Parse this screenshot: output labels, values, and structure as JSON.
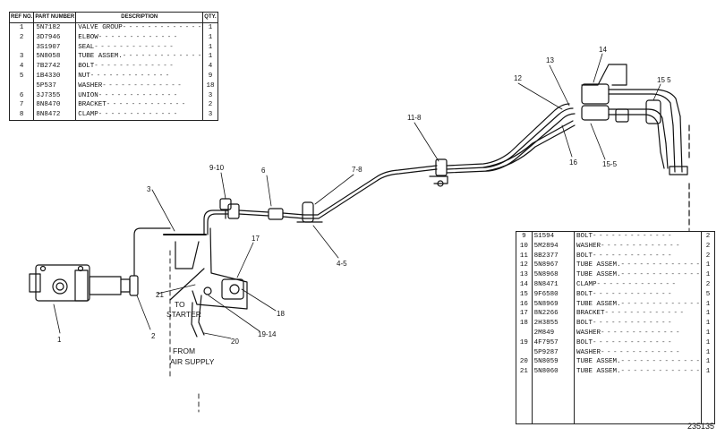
{
  "table_a": {
    "headers": {
      "ref": "REF NO.",
      "part": "PART NUMBER",
      "description": "DESCRIPTION",
      "qty": "QTY."
    },
    "rows": [
      {
        "ref": "1",
        "part": "5N7182",
        "description": "VALVE GROUP",
        "qty": "1"
      },
      {
        "ref": "2",
        "part": "3D7946",
        "description": "ELBOW",
        "qty": "1"
      },
      {
        "ref": "",
        "part": "3S1907",
        "description": "SEAL",
        "qty": "1"
      },
      {
        "ref": "3",
        "part": "5N8058",
        "description": "TUBE ASSEM.",
        "qty": "1"
      },
      {
        "ref": "4",
        "part": "7B2742",
        "description": "BOLT",
        "qty": "4"
      },
      {
        "ref": "5",
        "part": "1B4330",
        "description": "NUT",
        "qty": "9"
      },
      {
        "ref": "",
        "part": "5P537",
        "description": "WASHER",
        "qty": "18"
      },
      {
        "ref": "6",
        "part": "3J7355",
        "description": "UNION",
        "qty": "3"
      },
      {
        "ref": "7",
        "part": "8N8470",
        "description": "BRACKET",
        "qty": "2"
      },
      {
        "ref": "8",
        "part": "8N8472",
        "description": "CLAMP",
        "qty": "3"
      }
    ]
  },
  "table_b": {
    "rows": [
      {
        "ref": "9",
        "part": "S1594",
        "description": "BOLT",
        "qty": "2"
      },
      {
        "ref": "10",
        "part": "5M2894",
        "description": "WASHER",
        "qty": "2"
      },
      {
        "ref": "11",
        "part": "8B2377",
        "description": "BOLT",
        "qty": "2"
      },
      {
        "ref": "12",
        "part": "5N8967",
        "description": "TUBE ASSEM.",
        "qty": "1"
      },
      {
        "ref": "13",
        "part": "5N8968",
        "description": "TUBE ASSEM.",
        "qty": "1"
      },
      {
        "ref": "14",
        "part": "8N8471",
        "description": "CLAMP",
        "qty": "2"
      },
      {
        "ref": "15",
        "part": "9F6580",
        "description": "BOLT",
        "qty": "5"
      },
      {
        "ref": "16",
        "part": "5N8969",
        "description": "TUBE ASSEM.",
        "qty": "1"
      },
      {
        "ref": "17",
        "part": "8N2266",
        "description": "BRACKET",
        "qty": "1"
      },
      {
        "ref": "18",
        "part": "2H3855",
        "description": "BOLT",
        "qty": "1"
      },
      {
        "ref": "",
        "part": "2M849",
        "description": "WASHER",
        "qty": "1"
      },
      {
        "ref": "19",
        "part": "4F7957",
        "description": "BOLT",
        "qty": "1"
      },
      {
        "ref": "",
        "part": "5P9287",
        "description": "WASHER",
        "qty": "1"
      },
      {
        "ref": "20",
        "part": "5N8059",
        "description": "TUBE ASSEM.",
        "qty": "1"
      },
      {
        "ref": "21",
        "part": "5N8060",
        "description": "TUBE ASSEM.",
        "qty": "1"
      }
    ]
  },
  "callouts": {
    "c1": "1",
    "c2": "2",
    "c3": "3",
    "c45": "4-5",
    "c6": "6",
    "c78a": "7-8",
    "c78b": "11-8",
    "c910": "9-10",
    "c12": "12",
    "c13": "13",
    "c14": "14",
    "c155": "15-5",
    "c155b": "15 5",
    "c16": "16",
    "c17": "17",
    "c18": "18",
    "c1914": "19-14",
    "c20": "20",
    "c21": "21"
  },
  "notes": {
    "to_starter_1": "TO",
    "to_starter_2": "STARTER",
    "from_air_1": "FROM",
    "from_air_2": "AIR SUPPLY"
  },
  "figure_number": "235135"
}
